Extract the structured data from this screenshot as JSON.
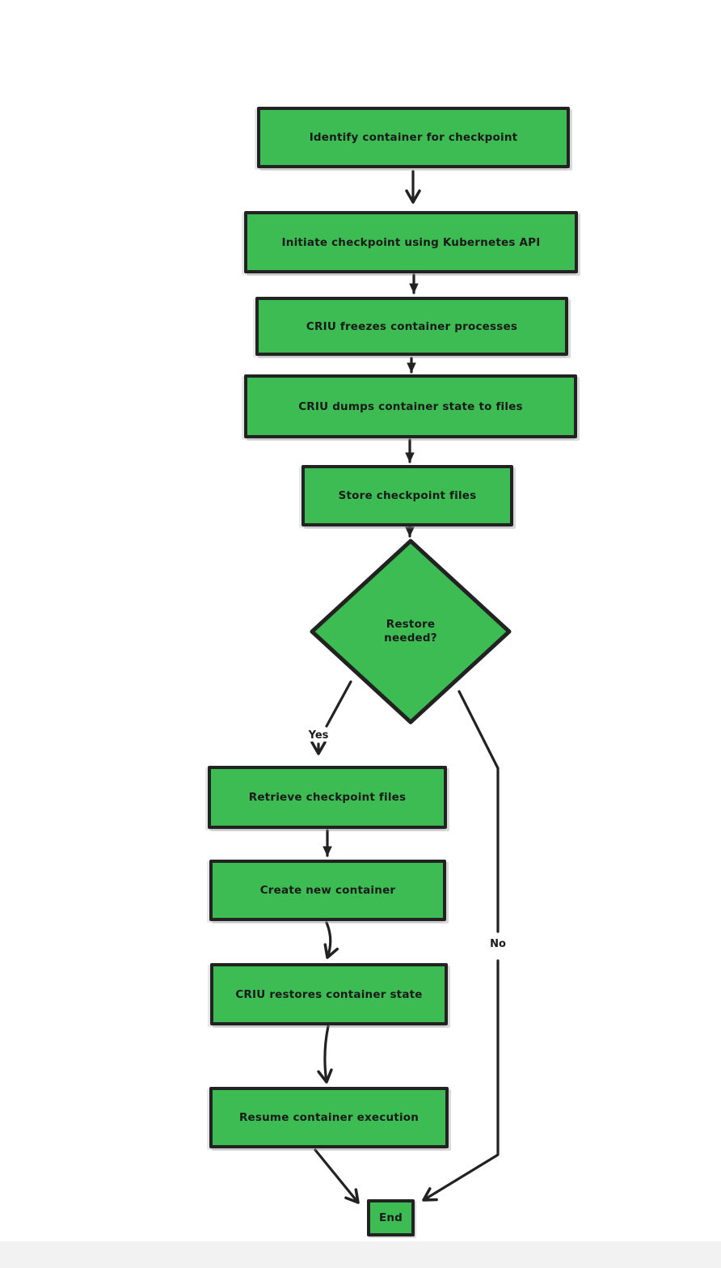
{
  "flowchart": {
    "nodes": {
      "identify": {
        "label": "Identify container for checkpoint",
        "shape": "rect"
      },
      "initiate": {
        "label": "Initiate checkpoint using Kubernetes API",
        "shape": "rect"
      },
      "freeze": {
        "label": "CRIU freezes container processes",
        "shape": "rect"
      },
      "dump": {
        "label": "CRIU dumps container state to files",
        "shape": "rect"
      },
      "store": {
        "label": "Store checkpoint files",
        "shape": "rect"
      },
      "decision": {
        "label": "Restore needed?",
        "shape": "diamond"
      },
      "retrieve": {
        "label": "Retrieve checkpoint files",
        "shape": "rect"
      },
      "create": {
        "label": "Create new container",
        "shape": "rect"
      },
      "restore": {
        "label": "CRIU restores container state",
        "shape": "rect"
      },
      "resume": {
        "label": "Resume container execution",
        "shape": "rect"
      },
      "end": {
        "label": "End",
        "shape": "rect"
      }
    },
    "edges": [
      {
        "from": "identify",
        "to": "initiate",
        "label": ""
      },
      {
        "from": "initiate",
        "to": "freeze",
        "label": ""
      },
      {
        "from": "freeze",
        "to": "dump",
        "label": ""
      },
      {
        "from": "dump",
        "to": "store",
        "label": ""
      },
      {
        "from": "store",
        "to": "decision",
        "label": ""
      },
      {
        "from": "decision",
        "to": "retrieve",
        "label": "Yes"
      },
      {
        "from": "decision",
        "to": "end",
        "label": "No"
      },
      {
        "from": "retrieve",
        "to": "create",
        "label": ""
      },
      {
        "from": "create",
        "to": "restore",
        "label": ""
      },
      {
        "from": "restore",
        "to": "resume",
        "label": ""
      },
      {
        "from": "resume",
        "to": "end",
        "label": ""
      }
    ],
    "labels": {
      "yes": "Yes",
      "no": "No"
    },
    "colors": {
      "node_fill": "#3dbc53",
      "stroke": "#222222",
      "text": "#1a1a1a",
      "background": "#ffffff"
    }
  }
}
